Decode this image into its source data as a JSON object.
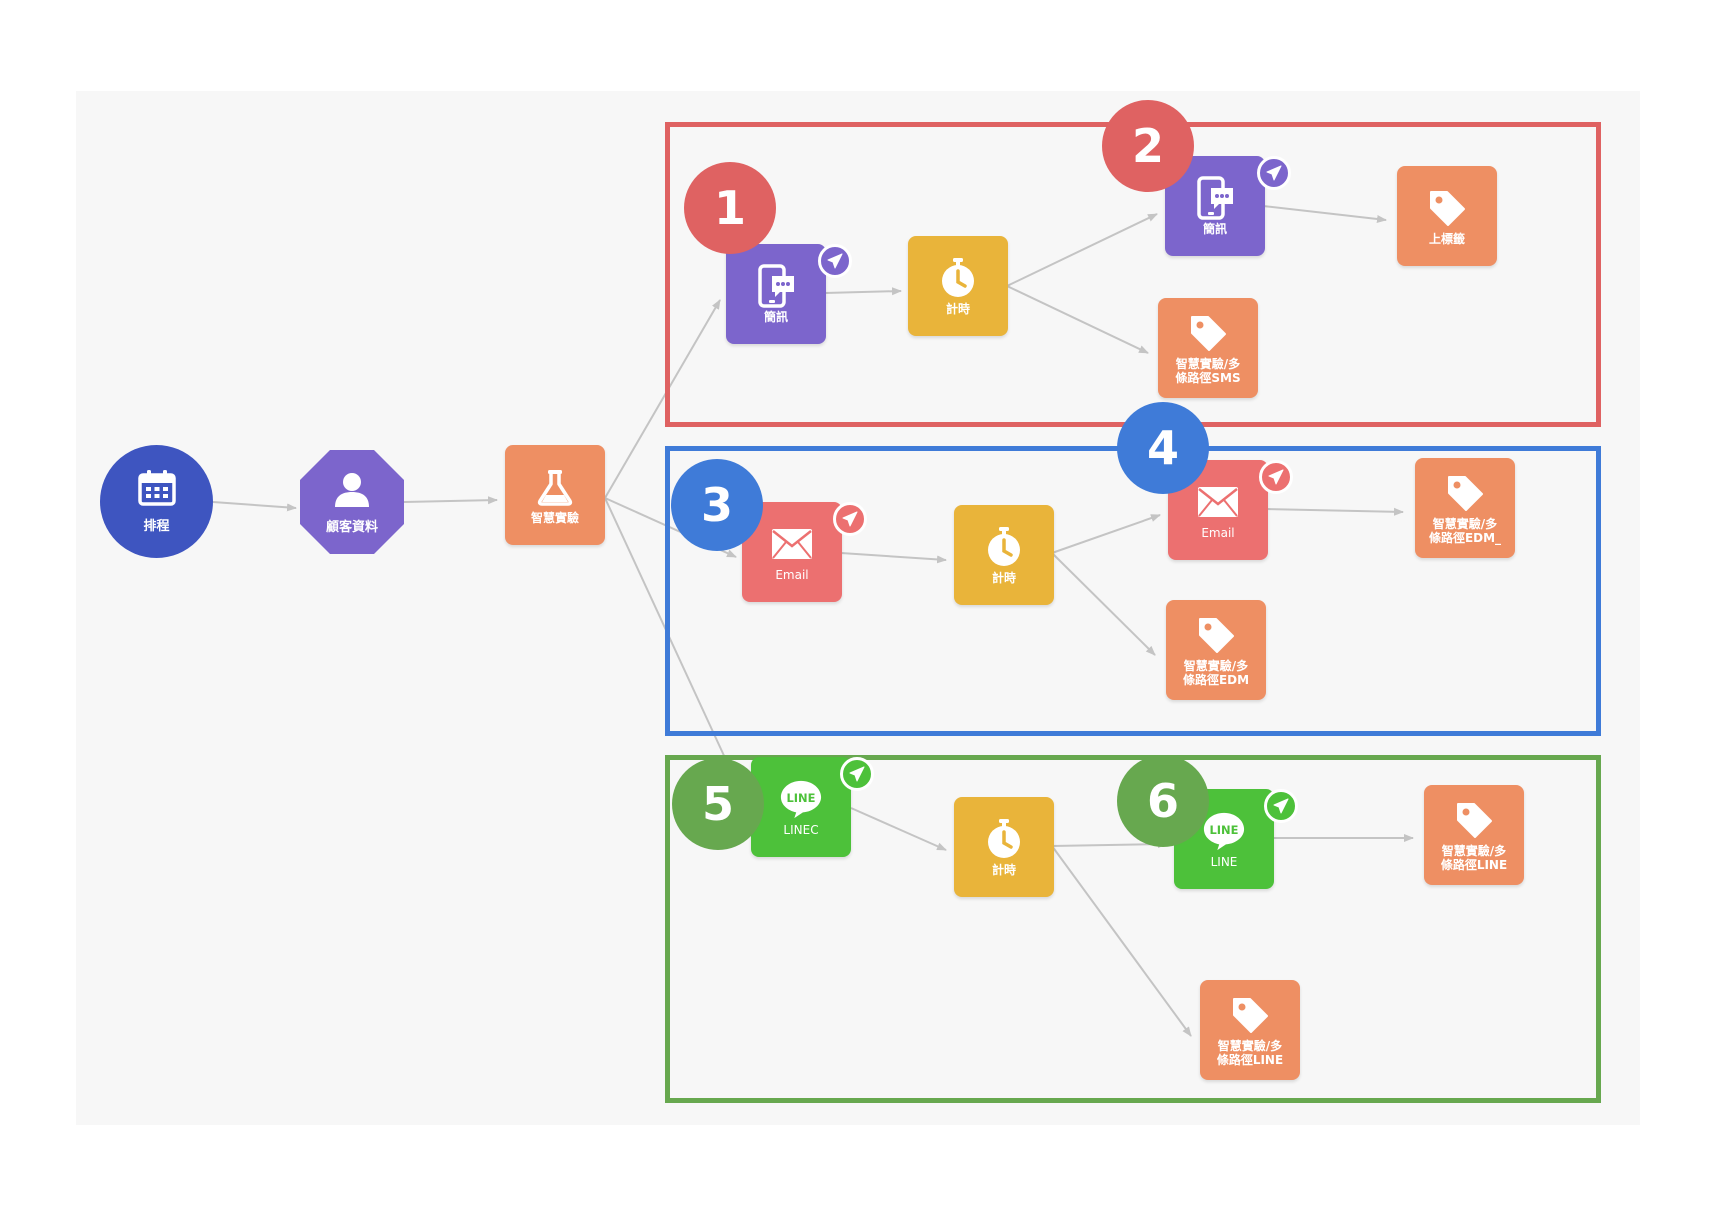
{
  "colors": {
    "group_red": "#df6262",
    "group_blue": "#3f7bd8",
    "group_green": "#67a84f",
    "sms": "#7c65cc",
    "timer": "#e9b43a",
    "tag": "#ee8f63",
    "email": "#ec7070",
    "line": "#4dc13a",
    "start": "#3e55c0"
  },
  "nodes": {
    "start": {
      "label": "排程",
      "icon": "calendar-icon"
    },
    "customer": {
      "label": "顧客資料",
      "icon": "person-icon"
    },
    "experiment": {
      "label": "智慧實驗",
      "icon": "flask-icon"
    },
    "sms_1": {
      "label": "簡訊",
      "icon": "phone-message-icon"
    },
    "timer_1": {
      "label": "計時",
      "icon": "stopwatch-icon"
    },
    "sms_2": {
      "label": "簡訊",
      "icon": "phone-message-icon"
    },
    "tag_1": {
      "label": "上標籤",
      "icon": "tag-icon"
    },
    "tag_2": {
      "line1": "智慧實驗/多",
      "line2": "條路徑SMS",
      "icon": "tag-icon"
    },
    "email_1": {
      "label": "Email",
      "icon": "envelope-icon"
    },
    "timer_2": {
      "label": "計時",
      "icon": "stopwatch-icon"
    },
    "email_2": {
      "label": "Email",
      "icon": "envelope-icon"
    },
    "tag_3": {
      "line1": "智慧實驗/多",
      "line2": "條路徑EDM_",
      "icon": "tag-icon"
    },
    "tag_4": {
      "line1": "智慧實驗/多",
      "line2": "條路徑EDM",
      "icon": "tag-icon"
    },
    "line_1": {
      "label": "LINEC",
      "icon": "line-icon",
      "badge": "LINE"
    },
    "timer_3": {
      "label": "計時",
      "icon": "stopwatch-icon"
    },
    "line_2": {
      "label": "LINE",
      "icon": "line-icon",
      "badge": "LINE"
    },
    "tag_5": {
      "line1": "智慧實驗/多",
      "line2": "條路徑LINE",
      "icon": "tag-icon"
    },
    "tag_6": {
      "line1": "智慧實驗/多",
      "line2": "條路徑LINE",
      "icon": "tag-icon"
    }
  },
  "markers": [
    "1",
    "2",
    "3",
    "4",
    "5",
    "6"
  ]
}
